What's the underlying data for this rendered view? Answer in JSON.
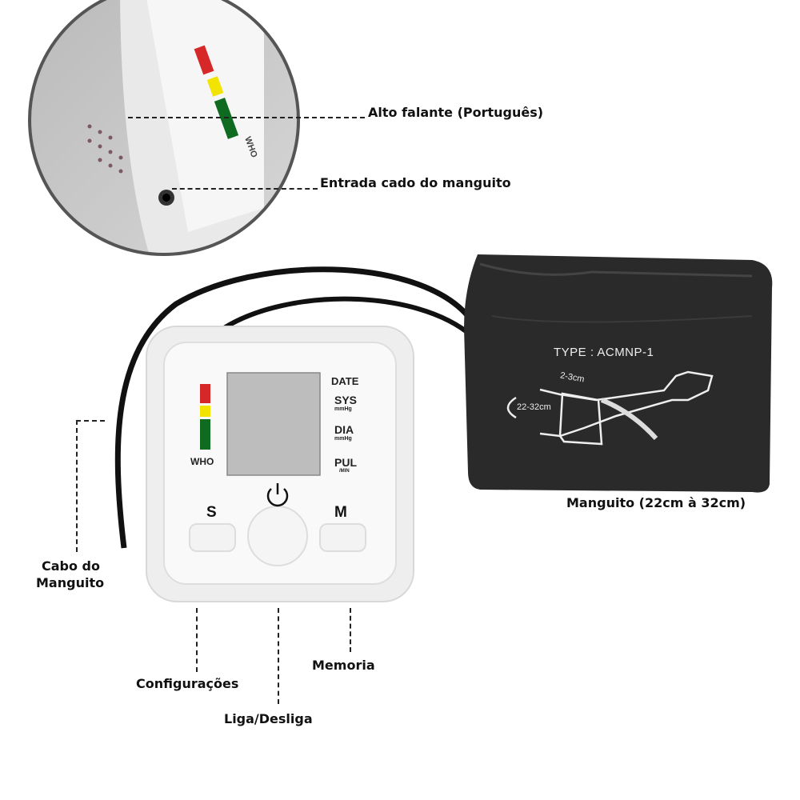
{
  "callouts": {
    "speaker": "Alto falante (Português)",
    "cuff_port": "Entrada cado do manguito",
    "cuff": "Manguito (22cm à 32cm)",
    "cable_line1": "Cabo do",
    "cable_line2": "Manguito",
    "settings": "Configurações",
    "power": "Liga/Desliga",
    "memory": "Memoria"
  },
  "device": {
    "who": "WHO",
    "date": "DATE",
    "sys": "SYS",
    "sys_unit": "mmHg",
    "dia": "DIA",
    "dia_unit": "mmHg",
    "pul": "PUL",
    "pul_unit": "/MIN",
    "s_button": "S",
    "m_button": "M",
    "zoom_who": "WHO"
  },
  "cuff_print": {
    "type": "TYPE : ACMNP-1",
    "gap": "2-3cm",
    "range": "22-32cm"
  },
  "colors": {
    "red": "#d62828",
    "yellow": "#f2e400",
    "green": "#0f6b1f",
    "cuff": "#2a2a2a"
  }
}
